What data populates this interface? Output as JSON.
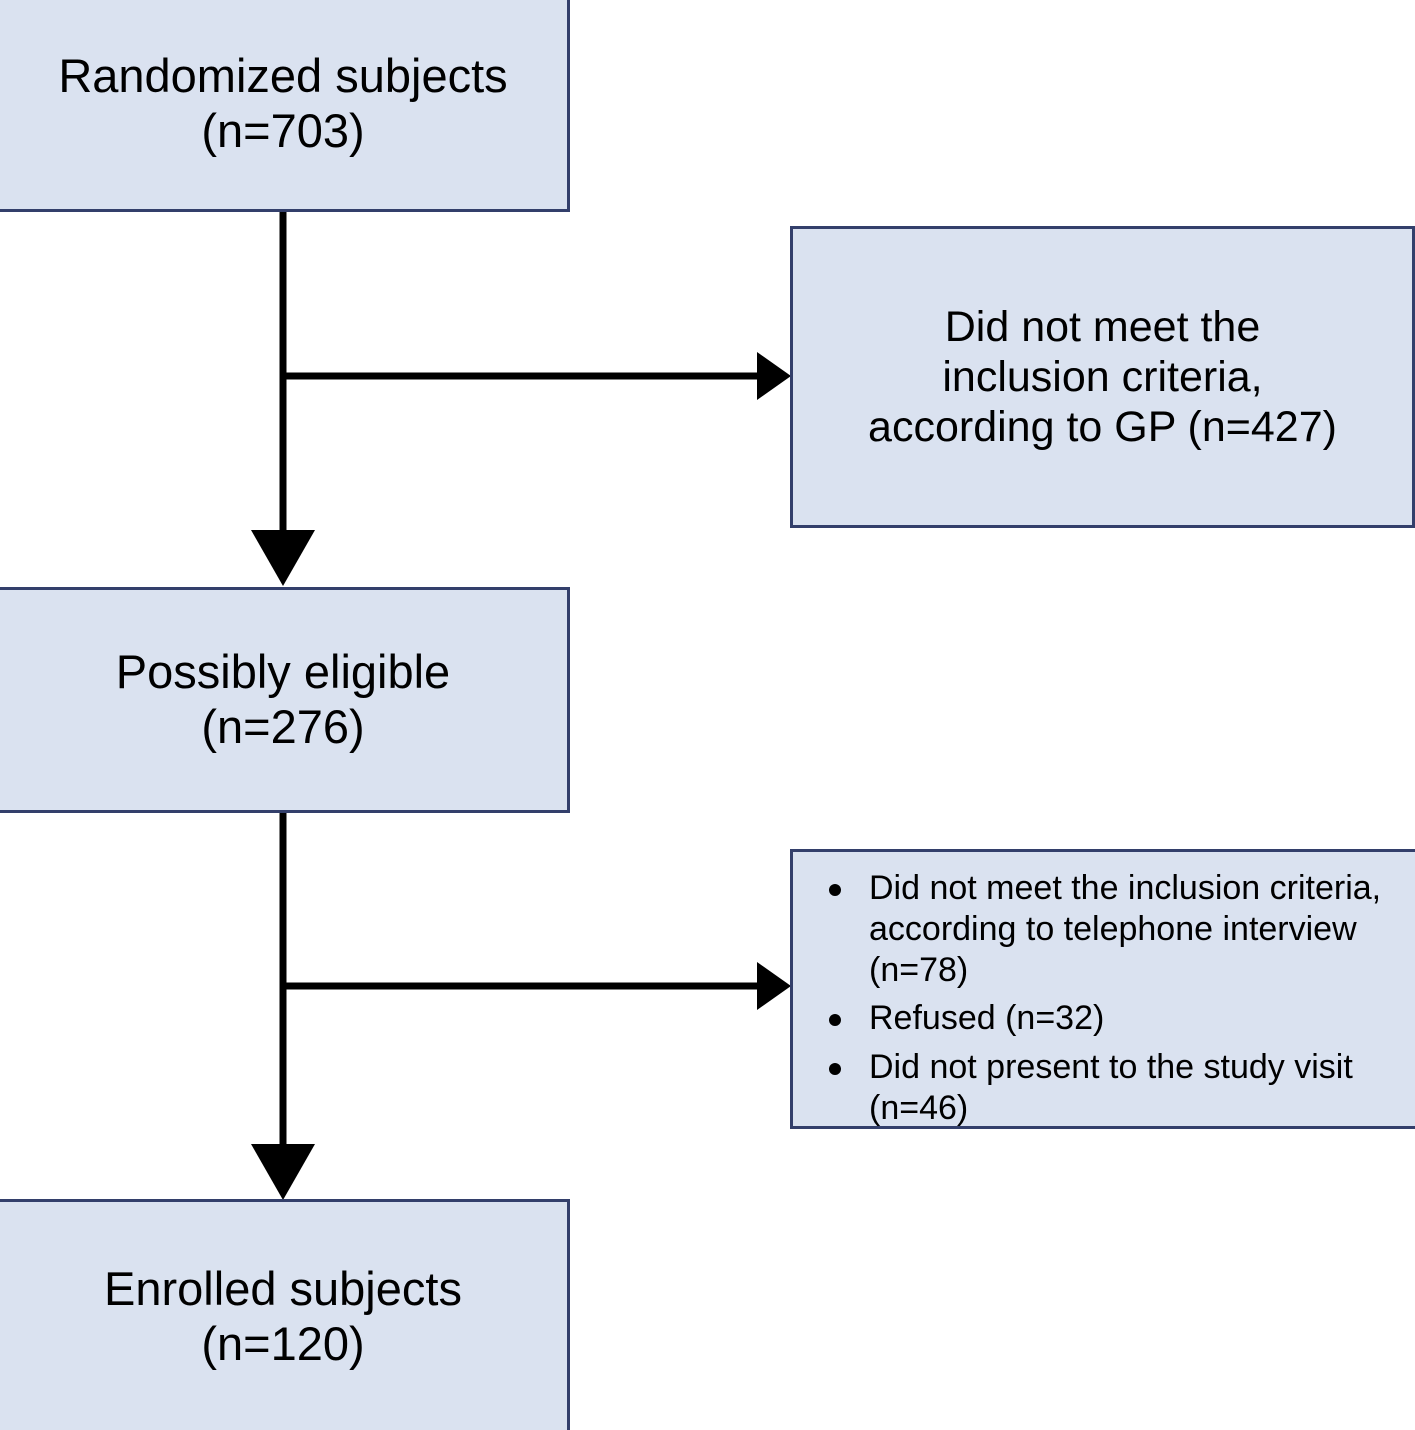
{
  "figure": {
    "type": "flowchart",
    "orientation": "top-to-bottom",
    "palette": {
      "node_fill": "#dae2f0",
      "node_border": "#333f6b",
      "connector": "#000000",
      "text": "#000000",
      "background": "#ffffff"
    }
  },
  "nodes": {
    "randomized": {
      "line1": "Randomized subjects",
      "line2": "(n=703)",
      "count": 703
    },
    "eligible": {
      "line1": "Possibly eligible",
      "line2": "(n=276)",
      "count": 276
    },
    "enrolled": {
      "line1": "Enrolled subjects",
      "line2": "(n=120)",
      "count": 120
    },
    "excluded_gp": {
      "line1": "Did not meet the",
      "line2": "inclusion criteria,",
      "line3": "according to GP (n=427)",
      "count": 427
    },
    "excluded_list": {
      "items": [
        {
          "text": "Did not meet the inclusion criteria, according to telephone interview (n=78)",
          "count": 78
        },
        {
          "text": "Refused (n=32)",
          "count": 32
        },
        {
          "text": "Did not present to the study visit (n=46)",
          "count": 46
        }
      ]
    }
  },
  "edges": [
    {
      "id": "randomized-to-eligible",
      "from": "randomized",
      "to": "eligible",
      "style": "solid-arrow-down"
    },
    {
      "id": "randomized-to-excluded-gp",
      "from": "randomized",
      "to": "excluded_gp",
      "style": "solid-arrow-right"
    },
    {
      "id": "eligible-to-enrolled",
      "from": "eligible",
      "to": "enrolled",
      "style": "solid-arrow-down"
    },
    {
      "id": "eligible-to-excluded-list",
      "from": "eligible",
      "to": "excluded_list",
      "style": "solid-arrow-right"
    }
  ]
}
